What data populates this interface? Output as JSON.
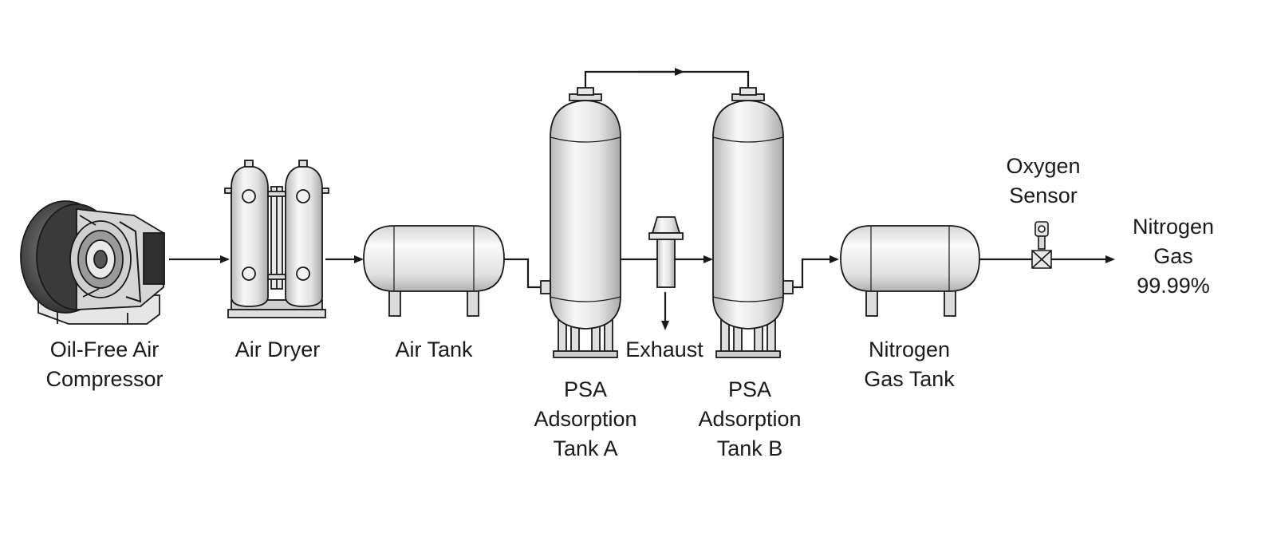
{
  "diagram": {
    "components": {
      "compressor": {
        "lines": [
          "Oil-Free Air",
          "Compressor"
        ],
        "icon": "air-compressor-icon"
      },
      "dryer": {
        "lines": [
          "Air Dryer"
        ],
        "icon": "air-dryer-icon"
      },
      "air_tank": {
        "lines": [
          "Air Tank"
        ],
        "icon": "horizontal-tank-icon"
      },
      "psa_a": {
        "lines": [
          "PSA",
          "Adsorption",
          "Tank A"
        ],
        "icon": "vertical-vessel-icon"
      },
      "exhaust": {
        "lines": [
          "Exhaust"
        ],
        "icon": "exhaust-muffler-icon"
      },
      "psa_b": {
        "lines": [
          "PSA",
          "Adsorption",
          "Tank B"
        ],
        "icon": "vertical-vessel-icon"
      },
      "n2_tank": {
        "lines": [
          "Nitrogen",
          "Gas Tank"
        ],
        "icon": "horizontal-tank-icon"
      },
      "sensor": {
        "lines": [
          "Oxygen",
          "Sensor"
        ],
        "icon": "oxygen-sensor-icon"
      },
      "output": {
        "lines": [
          "Nitrogen",
          "Gas",
          "99.99%"
        ]
      }
    },
    "colors": {
      "stroke": "#1a1a1a",
      "metal_light": "#f4f4f4",
      "metal_dark": "#b8b8b8",
      "compressor_dark": "#3a3a3a"
    }
  }
}
